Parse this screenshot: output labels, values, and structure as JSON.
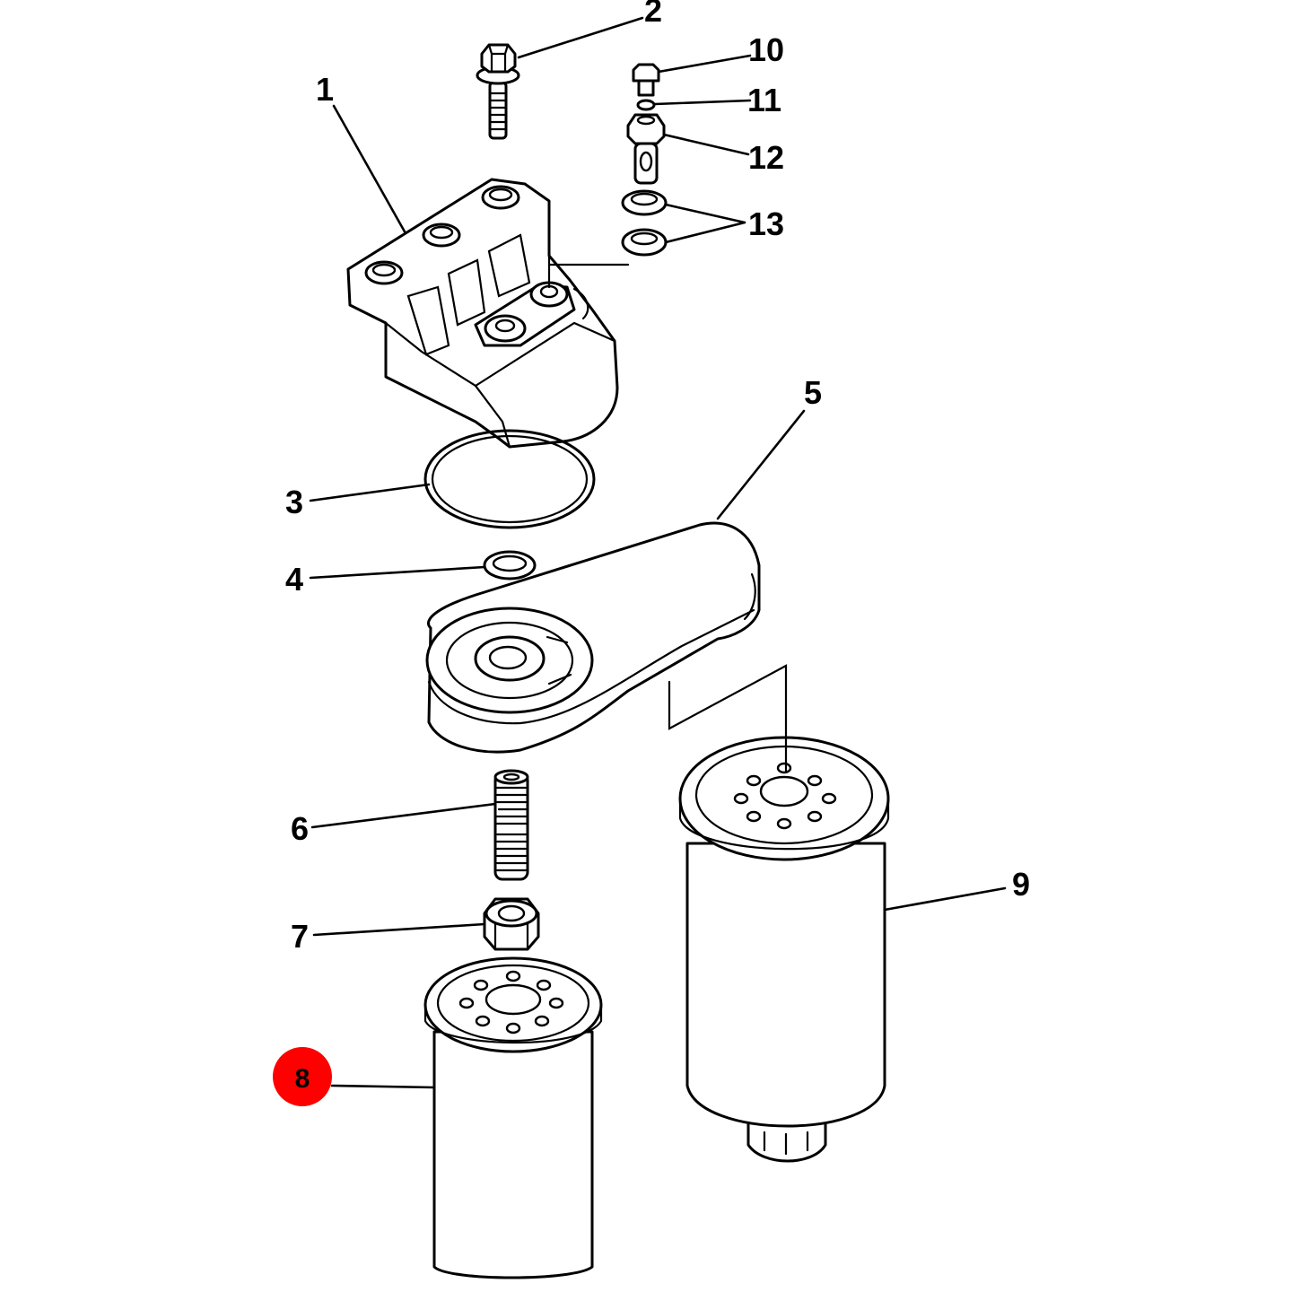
{
  "colors": {
    "line": "#000000",
    "background": "#ffffff",
    "highlight": "#ff0000"
  },
  "callouts": {
    "c1": "1",
    "c2": "2",
    "c3": "3",
    "c4": "4",
    "c5": "5",
    "c6": "6",
    "c7": "7",
    "c8": "8",
    "c9": "9",
    "c10": "10",
    "c11": "11",
    "c12": "12",
    "c13": "13"
  },
  "highlighted_callout": "8"
}
